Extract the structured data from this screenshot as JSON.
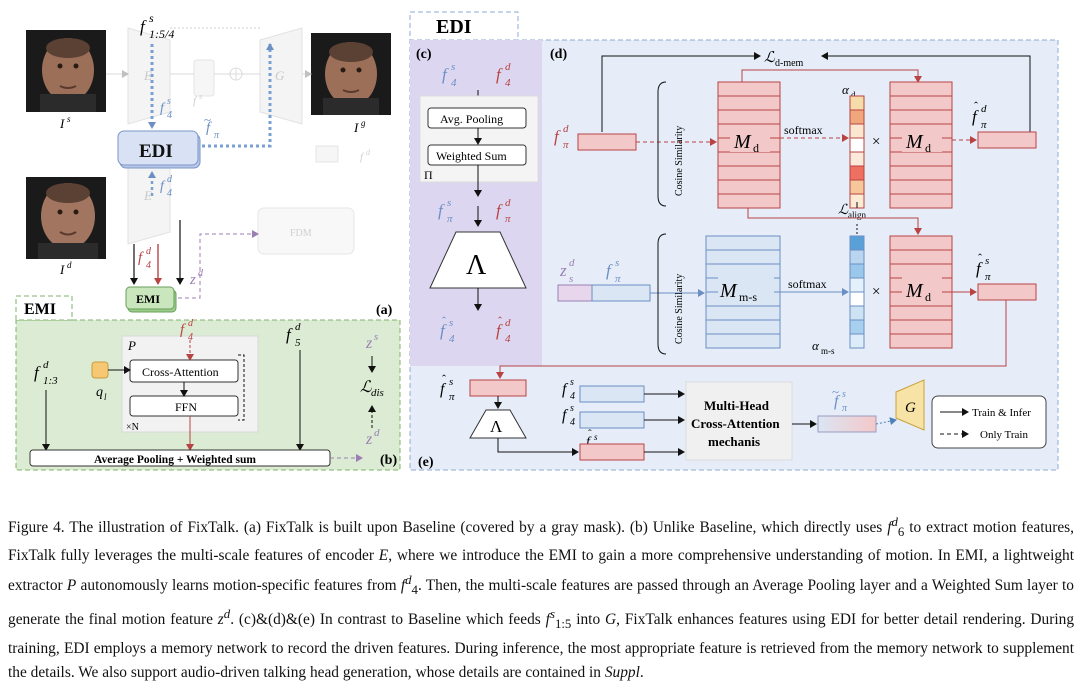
{
  "figure": {
    "labels": {
      "fs_1_5_4": "f^s_{1:5/4}",
      "Is": "I^s",
      "Ig": "I^g",
      "Id": "I^d",
      "E": "E",
      "G": "G",
      "fs": "f^s",
      "fd": "f^d",
      "fs4": "f^s_4",
      "fd4": "f^d_4",
      "ftilde_pi": "f~_π",
      "zd": "z^d",
      "zs": "z^s",
      "FDM": "FDM",
      "EDI": "EDI",
      "EMI": "EMI",
      "a": "(a)",
      "b": "(b)",
      "c": "(c)",
      "d": "(d)",
      "e": "(e)"
    },
    "emi": {
      "title": "EMI",
      "f13": "f^d_{1:3}",
      "ql": "q_l",
      "P": "P",
      "cross_attention": "Cross-Attention",
      "ffn": "FFN",
      "xN": "×N",
      "fd4": "f^d_4",
      "fd5": "f^d_5",
      "zs": "z^s",
      "Ldis": "L_dis",
      "zd": "z^d",
      "pool": "Average Pooling + Weighted sum"
    },
    "edi": {
      "title": "EDI",
      "c": {
        "fs4": "f^s_4",
        "fd4": "f^d_4",
        "avg_pooling": "Avg. Pooling",
        "weighted_sum": "Weighted Sum",
        "Pi": "Π",
        "fs_pi": "f^s_π",
        "fd_pi": "f^d_π",
        "Lambda": "Λ",
        "hat_fs4": "f̂^s_4",
        "hat_fd4": "f̂^d_4"
      },
      "d": {
        "L_dmem": "L_d-mem",
        "fd_pi": "f^d_π",
        "cos_sim": "Cosine Similarity",
        "Md": "M_d",
        "softmax": "softmax",
        "alpha_d": "α_d",
        "times": "×",
        "hat_fd_pi": "f̂^d_π",
        "L_align": "L_align",
        "zd_s": "z^d_s",
        "fs_pi": "f^s_π",
        "Mms": "M_m-s",
        "alpha_ms": "α_m-s",
        "hat_fs_pi": "f̂^s_π"
      },
      "e": {
        "hat_fs_pi": "f̂^s_π",
        "Lambda": "Λ",
        "fs4a": "f^s_4",
        "fs4b": "f^s_4",
        "hat_fs4": "f̂^s_4",
        "mhca_1": "Multi-Head",
        "mhca_2": "Cross-Attention",
        "mhca_3": "mechanis",
        "ftilde_pi": "f~^s_π",
        "G": "G",
        "legend_train_infer": "Train & Infer",
        "legend_train": "Only Train"
      }
    }
  },
  "caption": {
    "s1": "Figure 4.  The illustration of FixTalk. (a) FixTalk is built upon Baseline (covered by a gray mask). (b) Unlike Baseline, which directly uses ",
    "m1": "f",
    "m1sup": "d",
    "m1sub": "6",
    "s2": " to extract motion features, FixTalk fully leverages the multi-scale features of encoder ",
    "m2": "E",
    "s3": ", where we introduce the EMI to gain a more comprehensive understanding of motion. In EMI, a lightweight extractor ",
    "m3": "P",
    "s4": " autonomously learns motion-specific features from ",
    "m4": "f",
    "m4sup": "d",
    "m4sub": "4",
    "s5": ". Then, the multi-scale features are passed through an Average Pooling layer and a Weighted Sum layer to generate the final motion feature ",
    "m5": "z",
    "m5sup": "d",
    "s6": ".  (c)&(d)&(e) In contrast to Baseline which feeds ",
    "m6": "f",
    "m6sup": "s",
    "m6sub": "1:5",
    "s7": " into ",
    "m7": "G",
    "s8": ", FixTalk enhances features using EDI for better detail rendering. During training, EDI employs a memory network to record the driven features. During inference, the most appropriate feature is retrieved from the memory network to supplement the details. We also support audio-driven talking head generation, whose details are contained in ",
    "suppl": "Suppl",
    "s9": "."
  }
}
